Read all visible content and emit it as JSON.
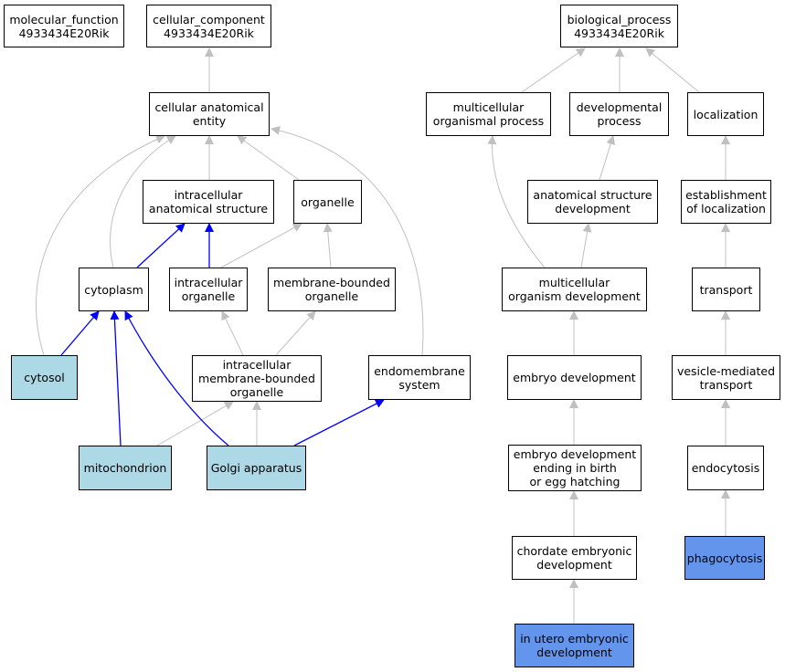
{
  "colors": {
    "edge_gray": "#c0c0c0",
    "edge_blue": "#0000ff",
    "node_default": "#ffffff",
    "node_light": "#add8e6",
    "node_highlight": "#6495ed"
  },
  "nodes": {
    "molecular_function": "molecular_function\n4933434E20Rik",
    "cellular_component": "cellular_component\n4933434E20Rik",
    "biological_process": "biological_process\n4933434E20Rik",
    "cellular_anatomical_entity": "cellular anatomical\nentity",
    "multicellular_organismal_process": "multicellular\norganismal process",
    "developmental_process": "developmental\nprocess",
    "localization": "localization",
    "intracellular_anatomical_structure": "intracellular\nanatomical structure",
    "organelle": "organelle",
    "anatomical_structure_development": "anatomical structure\ndevelopment",
    "establishment_of_localization": "establishment\nof localization",
    "cytoplasm": "cytoplasm",
    "intracellular_organelle": "intracellular\norganelle",
    "membrane_bounded_organelle": "membrane-bounded\norganelle",
    "multicellular_organism_development": "multicellular\norganism development",
    "transport": "transport",
    "cytosol": "cytosol",
    "intracellular_membrane_bounded_organelle": "intracellular\nmembrane-bounded\norganelle",
    "endomembrane_system": "endomembrane\nsystem",
    "embryo_development": "embryo development",
    "vesicle_mediated_transport": "vesicle-mediated\ntransport",
    "mitochondrion": "mitochondrion",
    "golgi_apparatus": "Golgi apparatus",
    "embryo_development_ending": "embryo development\nending in birth\nor egg hatching",
    "endocytosis": "endocytosis",
    "chordate_embryonic_development": "chordate embryonic\ndevelopment",
    "phagocytosis": "phagocytosis",
    "in_utero_embryonic_development": "in utero embryonic\ndevelopment"
  }
}
